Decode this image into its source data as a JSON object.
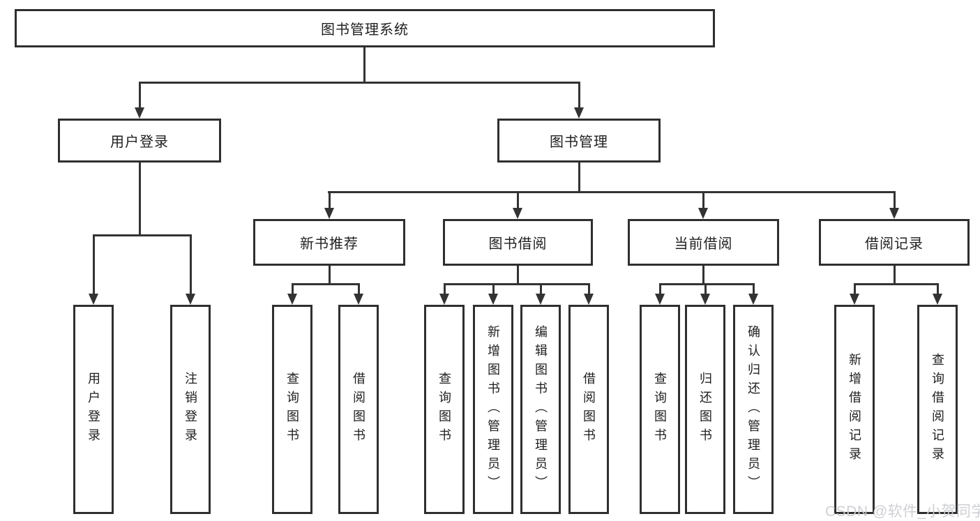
{
  "diagram": {
    "type": "hierarchy-tree",
    "title": "图书管理系统"
  },
  "nodes": {
    "root": {
      "label": "图书管理系统"
    },
    "level2": [
      {
        "id": "user-login-group",
        "label": "用户登录"
      },
      {
        "id": "book-management-group",
        "label": "图书管理"
      }
    ],
    "level3": [
      {
        "id": "new-book-recommend",
        "label": "新书推荐"
      },
      {
        "id": "book-borrow",
        "label": "图书借阅"
      },
      {
        "id": "current-borrow",
        "label": "当前借阅"
      },
      {
        "id": "borrow-records",
        "label": "借阅记录"
      }
    ],
    "leaves": {
      "user_login_group": [
        "用户登录",
        "注销登录"
      ],
      "new_book_recommend": [
        "查询图书",
        "借阅图书"
      ],
      "book_borrow": [
        "查询图书",
        "新增图书（管理员）",
        "编辑图书（管理员）",
        "借阅图书"
      ],
      "current_borrow": [
        "查询图书",
        "归还图书",
        "确认归还（管理员）"
      ],
      "borrow_records": [
        "新增借阅记录",
        "查询借阅记录"
      ]
    }
  },
  "watermark": "CSDN @软件_小贺同学",
  "colors": {
    "line": "#333333",
    "box_border": "#2f2f2f",
    "text": "#1f1f1f",
    "background": "#ffffff",
    "watermark": "#cbccd2"
  }
}
